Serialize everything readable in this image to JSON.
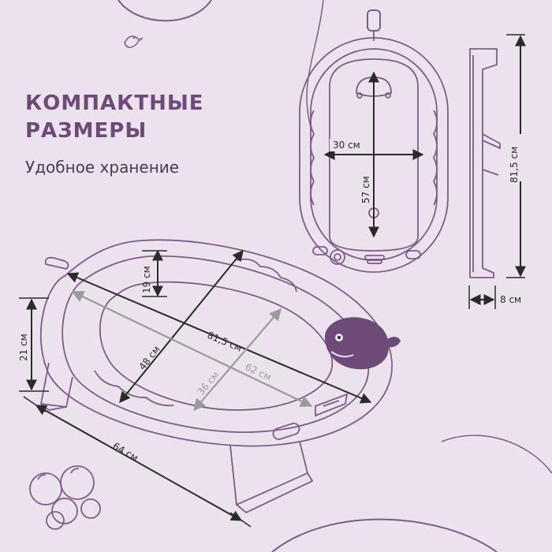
{
  "heading": {
    "line1": "КОМПАКТНЫЕ",
    "line2": "РАЗМЕРЫ"
  },
  "subheading": "Удобное хранение",
  "dimensions": {
    "folded_inner_width": "30 см",
    "folded_inner_length": "57 см",
    "folded_total_length": "81,5 см",
    "folded_thickness": "8 см",
    "open_depth": "19 см",
    "open_height": "21 см",
    "open_width": "48 см",
    "open_length": "81,5 см",
    "open_inner_length": "62 см",
    "open_inner_width": "36 см",
    "base_length": "64 см"
  },
  "colors": {
    "accent": "#6d4a78",
    "line": "#7d5d86",
    "gray": "#9b9b9b",
    "background": "#ece2ee"
  }
}
